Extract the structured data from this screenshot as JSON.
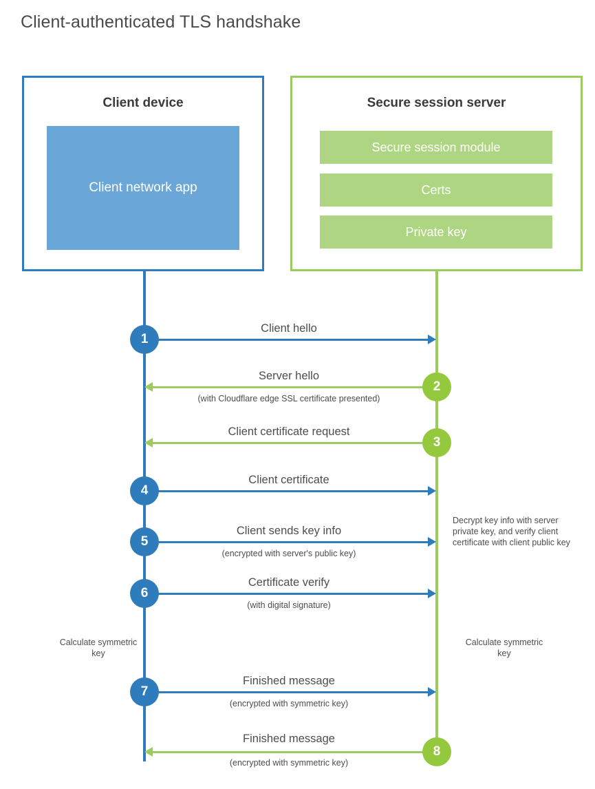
{
  "title": "Client-authenticated TLS handshake",
  "colors": {
    "blue": "#2f7cbc",
    "blue_fill": "#6aa7d8",
    "green": "#9ccc5e",
    "green_fill": "#aed581",
    "green_circle": "#95c93d",
    "text": "#4d4d4d"
  },
  "client": {
    "title": "Client device",
    "app_label": "Client network app",
    "note_calculate": "Calculate symmetric key"
  },
  "server": {
    "title": "Secure session server",
    "modules": [
      "Secure session module",
      "Certs",
      "Private key"
    ],
    "note_decrypt": "Decrypt key info with server private key, and verify client certificate with client public key",
    "note_calculate": "Calculate symmetric key"
  },
  "steps": [
    {
      "number": "1",
      "label": "Client hello",
      "sub": "",
      "direction": "client-to-server",
      "color": "blue"
    },
    {
      "number": "2",
      "label": "Server hello",
      "sub": "(with Cloudflare edge SSL certificate presented)",
      "direction": "server-to-client",
      "color": "green"
    },
    {
      "number": "3",
      "label": "Client certificate request",
      "sub": "",
      "direction": "server-to-client",
      "color": "green"
    },
    {
      "number": "4",
      "label": "Client certificate",
      "sub": "",
      "direction": "client-to-server",
      "color": "blue"
    },
    {
      "number": "5",
      "label": "Client sends key info",
      "sub": "(encrypted with server's public key)",
      "direction": "client-to-server",
      "color": "blue"
    },
    {
      "number": "6",
      "label": "Certificate verify",
      "sub": "(with digital signature)",
      "direction": "client-to-server",
      "color": "blue"
    },
    {
      "number": "7",
      "label": "Finished message",
      "sub": "(encrypted with symmetric key)",
      "direction": "client-to-server",
      "color": "blue"
    },
    {
      "number": "8",
      "label": "Finished message",
      "sub": "(encrypted with symmetric key)",
      "direction": "server-to-client",
      "color": "green"
    }
  ]
}
